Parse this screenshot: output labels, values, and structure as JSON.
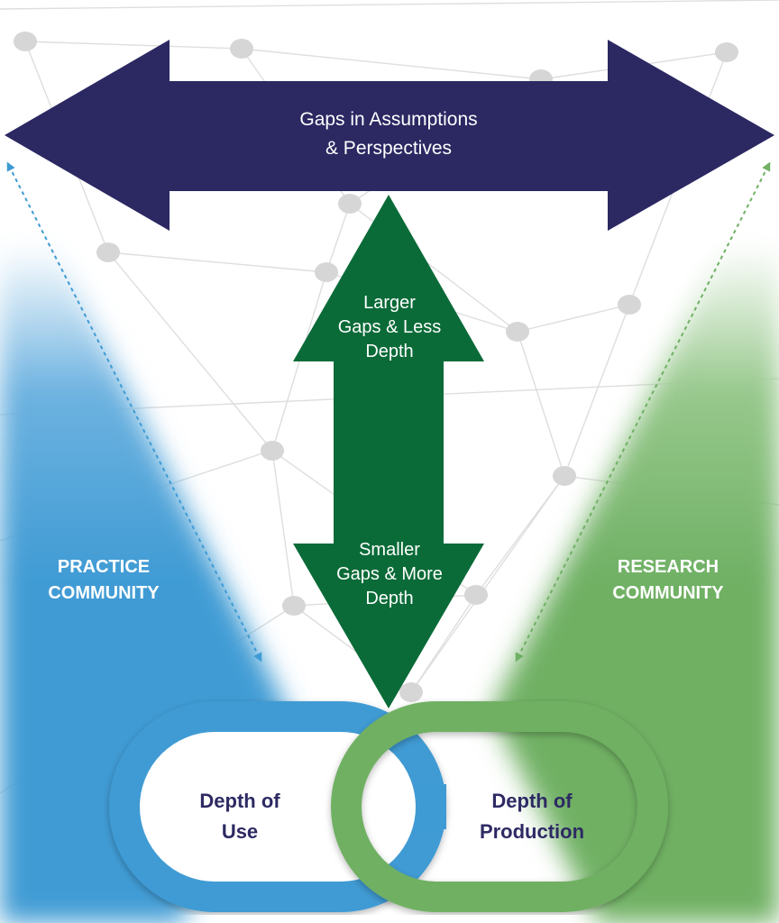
{
  "labels": {
    "gaps_line1": "Gaps in Assumptions",
    "gaps_line2": "& Perspectives",
    "larger_line1": "Larger",
    "larger_line2": "Gaps & Less",
    "larger_line3": "Depth",
    "smaller_line1": "Smaller",
    "smaller_line2": "Gaps & More",
    "smaller_line3": "Depth",
    "practice_line1": "PRACTICE",
    "practice_line2": "COMMUNITY",
    "research_line1": "RESEARCH",
    "research_line2": "COMMUNITY",
    "use_line1": "Depth of",
    "use_line2": "Use",
    "production_line1": "Depth of",
    "production_line2": "Production"
  },
  "colors": {
    "navy": "#2b2862",
    "dark_green": "#0a6b38",
    "practice_blue": "#3f9bd4",
    "research_green": "#6fb064",
    "network_gray": "#cfcfcf"
  }
}
